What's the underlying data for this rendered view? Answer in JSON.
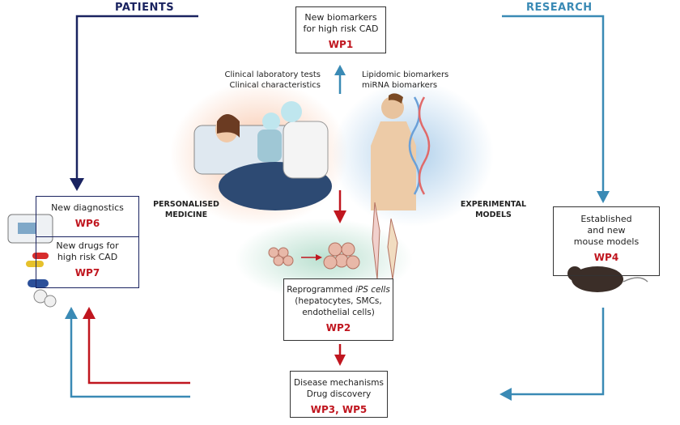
{
  "headings": {
    "patients": "PATIENTS",
    "research": "RESEARCH"
  },
  "colors": {
    "patients_line": "#1a2360",
    "research_line": "#3a8ab5",
    "red_arrow": "#c0161f",
    "wp_text": "#c0161f"
  },
  "wp1": {
    "text": "New biomarkers for high risk CAD",
    "line1": "New biomarkers",
    "line2": "for high risk CAD",
    "wp": "WP1"
  },
  "clinical": {
    "line1": "Clinical laboratory tests",
    "line2": "Clinical characteristics"
  },
  "lipidomic": {
    "line1": "Lipidomic biomarkers",
    "line2": "miRNA biomarkers"
  },
  "personalised": {
    "line1": "PERSONALISED",
    "line2": "MEDICINE"
  },
  "experimental": {
    "line1": "EXPERIMENTAL",
    "line2": "MODELS"
  },
  "wp6": {
    "line1": "New diagnostics",
    "wp": "WP6"
  },
  "wp7": {
    "line1": "New drugs for",
    "line2": "high risk CAD",
    "wp": "WP7"
  },
  "wp4": {
    "line1": "Established",
    "line2": "and new",
    "line3": "mouse models",
    "wp": "WP4"
  },
  "wp2": {
    "line1_a": "Reprogrammed ",
    "line1_b": "iPS cells",
    "line2": "(hepatocytes, SMCs,",
    "line3": "endothelial cells)",
    "wp": "WP2"
  },
  "wp35": {
    "line1": "Disease mechanisms",
    "line2": "Drug discovery",
    "wp": "WP3, WP5"
  }
}
